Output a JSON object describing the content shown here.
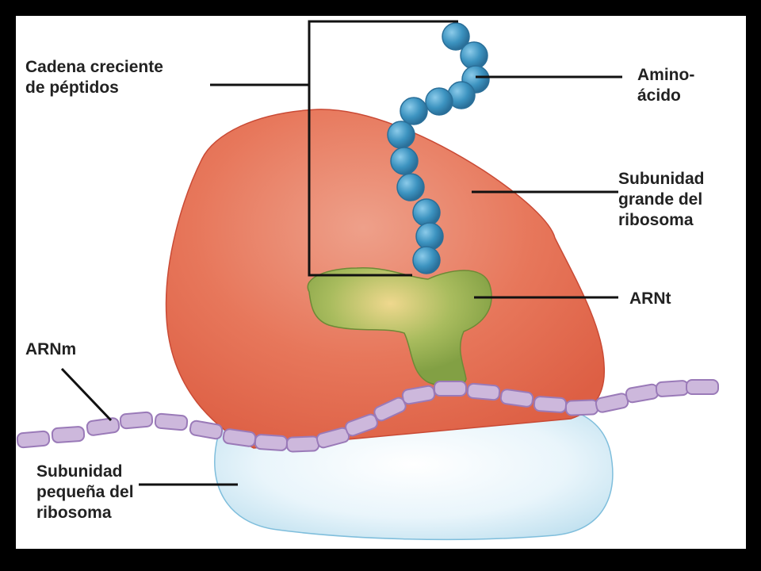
{
  "labels": {
    "peptide_chain": [
      "Cadena creciente",
      "de péptidos"
    ],
    "amino_acid": [
      "Amino-",
      "ácido"
    ],
    "large_subunit": [
      "Subunidad",
      "grande del",
      "ribosoma"
    ],
    "trna": [
      "ARNt"
    ],
    "mrna": [
      "ARNm"
    ],
    "small_subunit": [
      "Subunidad",
      "pequeña del",
      "ribosoma"
    ]
  },
  "colors": {
    "large_subunit": "#e46a4e",
    "small_subunit": "#dff0f8",
    "trna": "#8fac4e",
    "amino_acid": "#3a90bd",
    "mrna": "#cdb8dc",
    "mrna_outline": "#9a7ab8",
    "leader_line": "#111111"
  }
}
